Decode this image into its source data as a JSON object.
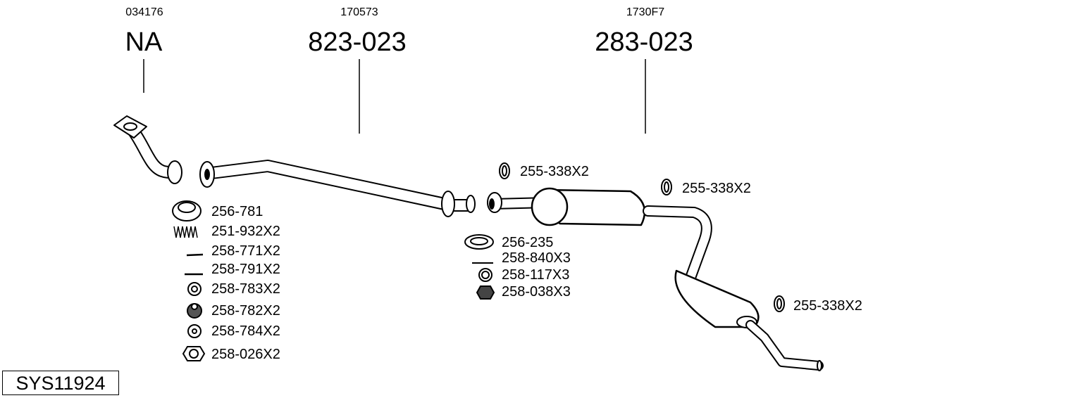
{
  "groups": [
    {
      "code": "034176",
      "part": "NA"
    },
    {
      "code": "170573",
      "part": "823-023"
    },
    {
      "code": "1730F7",
      "part": "283-023"
    }
  ],
  "parts_left": [
    "256-781",
    "251-932X2",
    "258-771X2",
    "258-791X2",
    "258-783X2",
    "258-782X2",
    "258-784X2",
    "258-026X2"
  ],
  "parts_middle": [
    "256-235",
    "258-840X3",
    "258-117X3",
    "258-038X3"
  ],
  "parts_rings": [
    "255-338X2",
    "255-338X2",
    "255-338X2"
  ],
  "system_id": "SYS11924"
}
